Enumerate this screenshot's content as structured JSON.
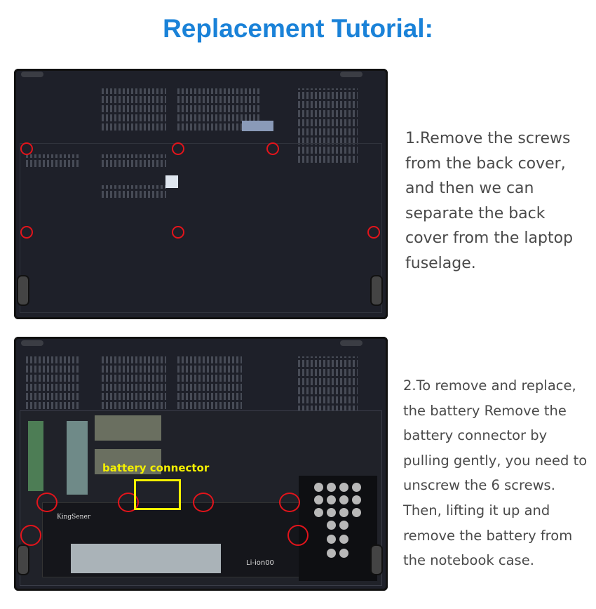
{
  "title": "Replacement Tutorial:",
  "steps": [
    {
      "text": "1.Remove the screws from the back cover, and then we can separate the back cover from the laptop fuselage."
    },
    {
      "text": "2.To remove and replace, the battery Remove the battery connector by pulling gently, you need to unscrew the 6 screws. Then, lifting it up and remove the battery from the notebook case."
    }
  ],
  "photo2": {
    "callout": "battery connector",
    "battery_brand": "KingSener",
    "battery_mark": "Li-ion00"
  },
  "colors": {
    "title": "#1a82d8",
    "screw_circle": "#e3141b",
    "callout": "#f4f000",
    "body_text": "#4a4a4a"
  }
}
